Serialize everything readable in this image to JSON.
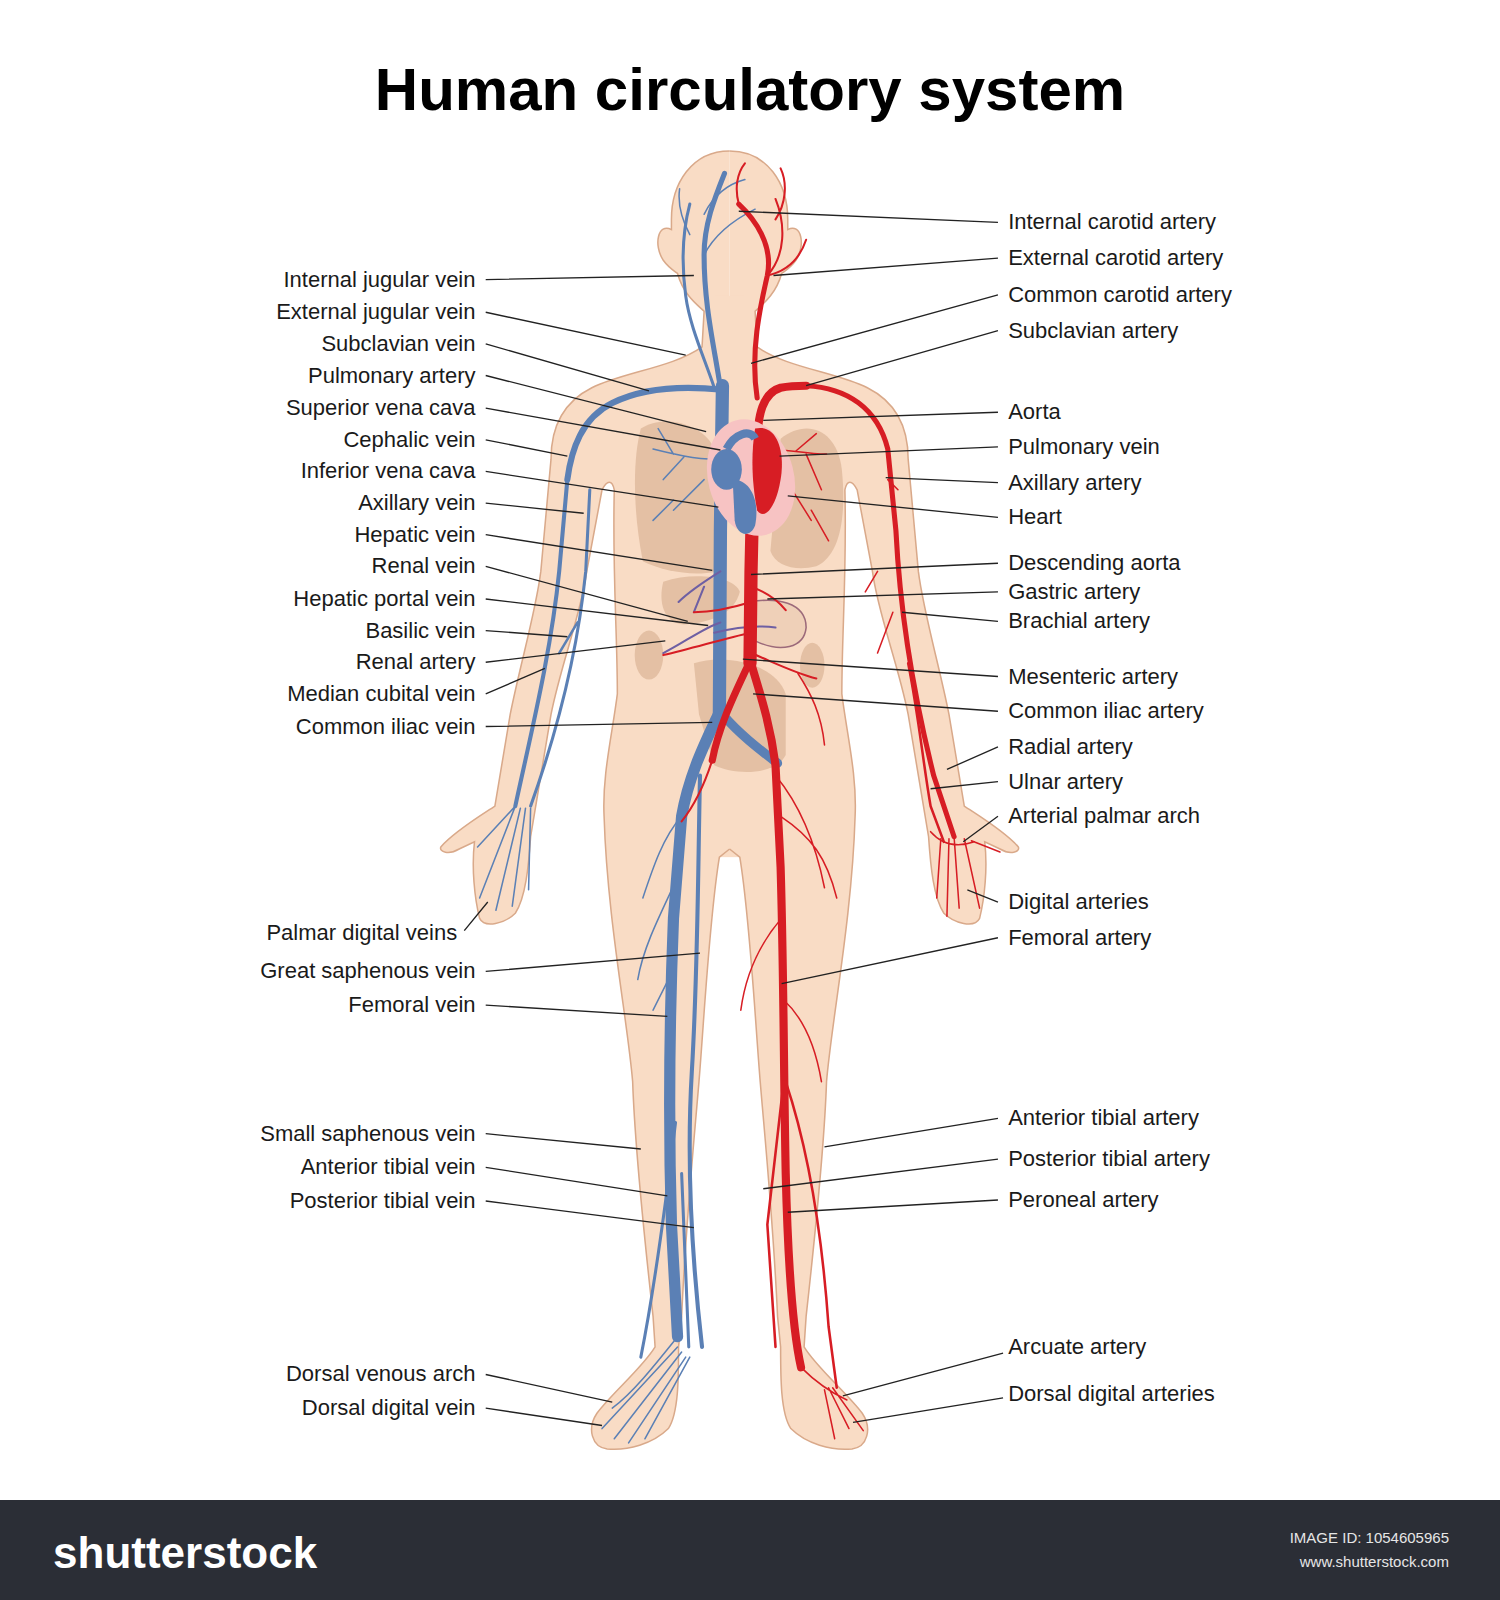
{
  "diagram": {
    "title": "Human circulatory system",
    "labels": [
      "Internal jugular vein",
      "External jugular vein",
      "Subclavian vein",
      "Pulmonary artery",
      "Superior vena cava",
      "Cephalic vein",
      "Inferior vena cava",
      "Axillary vein",
      "Hepatic vein",
      "Renal vein",
      "Hepatic portal vein",
      "Basilic vein",
      "Renal artery",
      "Median cubital vein",
      "Common iliac vein",
      "Palmar digital veins",
      "Great saphenous vein",
      "Femoral vein",
      "Small saphenous vein",
      "Anterior tibial vein",
      "Posterior tibial vein",
      "Dorsal venous arch",
      "Dorsal digital vein",
      "Internal carotid artery",
      "External carotid artery",
      "Common carotid artery",
      "Subclavian artery",
      "Aorta",
      "Pulmonary vein",
      "Axillary artery",
      "Heart",
      "Descending aorta",
      "Gastric artery",
      "Brachial artery",
      "Mesenteric artery",
      "Common iliac artery",
      "Radial artery",
      "Ulnar artery",
      "Arterial palmar arch",
      "Digital arteries",
      "Femoral artery",
      "Anterior tibial artery",
      "Posterior tibial artery",
      "Peroneal artery",
      "Arcuate artery",
      "Dorsal digital arteries",
      "shutterstock",
      "IMAGE ID: 1054605965",
      "www.shutterstock.com"
    ]
  }
}
